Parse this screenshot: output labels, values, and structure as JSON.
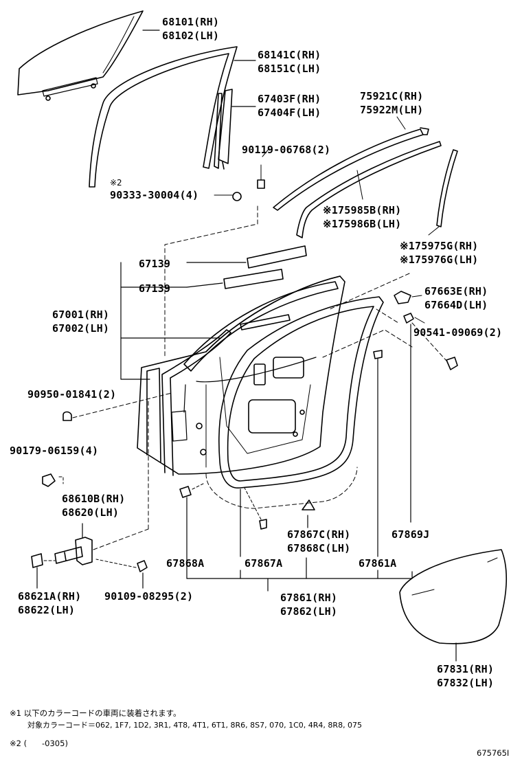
{
  "parts": {
    "p68101": "68101(RH)",
    "p68102": "68102(LH)",
    "p68141c": "68141C(RH)",
    "p68151c": "68151C(LH)",
    "p67403f": "67403F(RH)",
    "p67404f": "67404F(LH)",
    "p75921c": "75921C(RH)",
    "p75922m": "75922M(LH)",
    "p90119": "90119-06768(2)",
    "mark2": "※2",
    "p90333": "90333-30004(4)",
    "p75985b": "※175985B(RH)",
    "p75986b": "※175986B(LH)",
    "p75975g": "※175975G(RH)",
    "p75976g": "※175976G(LH)",
    "p67139a": "67139",
    "p67139b": "67139",
    "p67663e": "67663E(RH)",
    "p67664d": "67664D(LH)",
    "p67001": "67001(RH)",
    "p67002": "67002(LH)",
    "p90541": "90541-09069(2)",
    "p90950": "90950-01841(2)",
    "p90179": "90179-06159(4)",
    "p68610b": "68610B(RH)",
    "p68620": "68620(LH)",
    "p67867c": "67867C(RH)",
    "p67868c": "67868C(LH)",
    "p67869j": "67869J",
    "p67868a": "67868A",
    "p67867a": "67867A",
    "p67861a": "67861A",
    "p68621a": "68621A(RH)",
    "p68622": "68622(LH)",
    "p90109": "90109-08295(2)",
    "p67861": "67861(RH)",
    "p67862": "67862(LH)",
    "p67831": "67831(RH)",
    "p67832": "67832(LH)"
  },
  "notes": {
    "n1a": "※1 以下のカラーコードの車両に装着されます。",
    "n1b": "対象カラーコード＝062, 1F7, 1D2, 3R1, 4T8, 4T1, 6T1, 8R6, 8S7, 070, 1C0, 4R4, 8R8, 075",
    "n2": "※2 (      -0305)",
    "figure_id": "675765I"
  }
}
